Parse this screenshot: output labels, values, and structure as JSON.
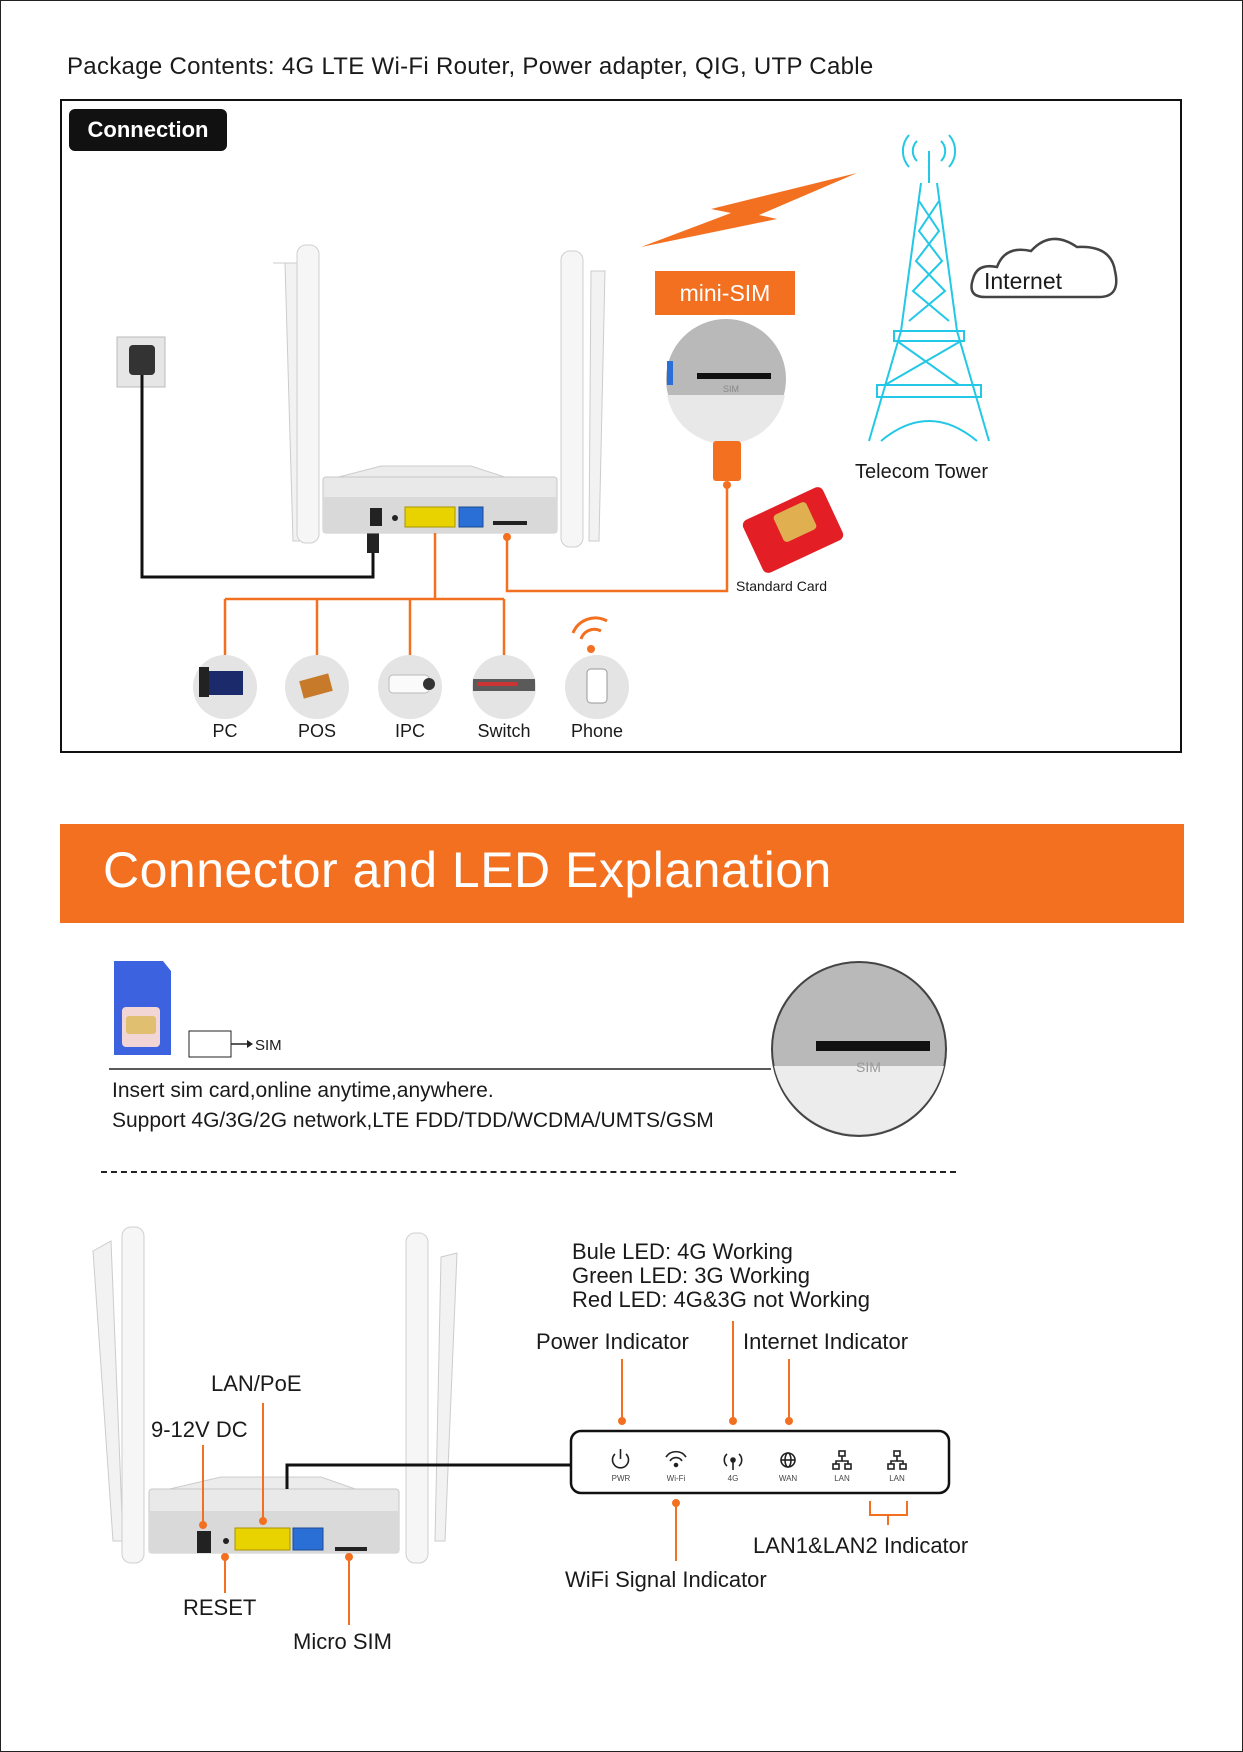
{
  "package_contents": "Package Contents: 4G LTE Wi-Fi Router, Power adapter, QIG, UTP Cable",
  "connection": {
    "badge": "Connection",
    "mini_sim": "mini-SIM",
    "sim_slot_label": "SIM",
    "tower_label": "Telecom Tower",
    "cloud_label": "Internet",
    "standard_card": "Standard Card",
    "devices": [
      "PC",
      "POS",
      "IPC",
      "Switch",
      "Phone"
    ],
    "accent_color": "#f37021",
    "tower_color": "#22c8e6"
  },
  "banner": {
    "title": "Connector and LED Explanation"
  },
  "sim_section": {
    "sim_arrow_label": "SIM",
    "slot_label": "SIM",
    "line1": "Insert sim card,online anytime,anywhere.",
    "line2": "Support 4G/3G/2G network,LTE FDD/TDD/WCDMA/UMTS/GSM"
  },
  "leds": {
    "blue": "Bule LED: 4G Working",
    "green": "Green LED: 3G Working",
    "red": "Red LED: 4G&3G not Working",
    "power_indicator": "Power Indicator",
    "internet_indicator": "Internet Indicator",
    "wifi_indicator": "WiFi Signal Indicator",
    "lan_indicator": "LAN1&LAN2 Indicator",
    "panel": [
      "PWR",
      "Wi-Fi",
      "4G",
      "WAN",
      "LAN",
      "LAN"
    ]
  },
  "ports": {
    "lan_poe": "LAN/PoE",
    "dc": "9-12V DC",
    "reset": "RESET",
    "micro_sim": "Micro SIM"
  }
}
